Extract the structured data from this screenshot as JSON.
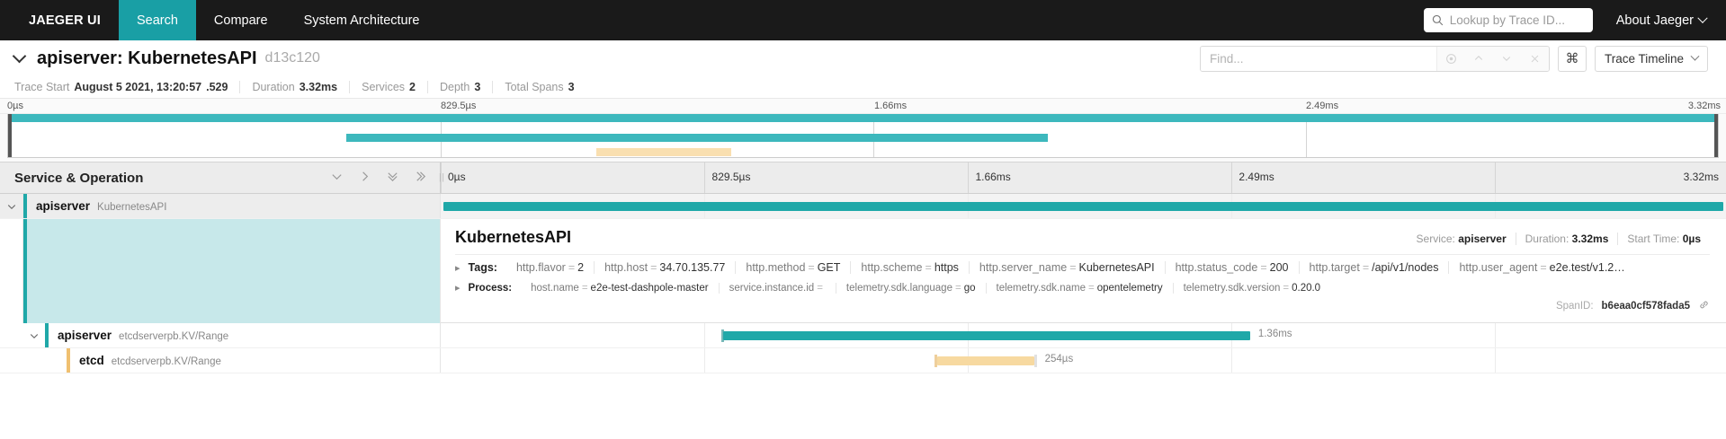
{
  "nav": {
    "brand": "JAEGER UI",
    "items": [
      {
        "label": "Search",
        "active": true
      },
      {
        "label": "Compare",
        "active": false
      },
      {
        "label": "System Architecture",
        "active": false
      }
    ],
    "lookup_placeholder": "Lookup by Trace ID...",
    "about_label": "About Jaeger"
  },
  "trace_header": {
    "title": "apiserver: KubernetesAPI",
    "trace_id": "d13c120",
    "find_placeholder": "Find...",
    "shortcut_glyph": "⌘",
    "view_mode": "Trace Timeline"
  },
  "meta": {
    "trace_start_label": "Trace Start",
    "trace_start_value": "August 5 2021, 13:20:57",
    "trace_start_frac": ".529",
    "duration_label": "Duration",
    "duration_value": "3.32ms",
    "services_label": "Services",
    "services_value": "2",
    "depth_label": "Depth",
    "depth_value": "3",
    "total_spans_label": "Total Spans",
    "total_spans_value": "3"
  },
  "minimap": {
    "ticks": [
      "0µs",
      "829.5µs",
      "1.66ms",
      "2.49ms",
      "3.32ms"
    ]
  },
  "timeline_header": {
    "left_title": "Service & Operation",
    "ticks": [
      "0µs",
      "829.5µs",
      "1.66ms",
      "2.49ms",
      "3.32ms"
    ]
  },
  "spans": [
    {
      "service": "apiserver",
      "operation": "KubernetesAPI",
      "color": "#1fa8a8",
      "start_pct": 0,
      "width_pct": 100,
      "duration_label": "",
      "indent": 0,
      "expanded": true
    },
    {
      "service": "apiserver",
      "operation": "etcdserverpb.KV/Range",
      "color": "#1fa8a8",
      "start_pct": 22.0,
      "width_pct": 41.0,
      "duration_label": "1.36ms",
      "indent": 1,
      "expanded": true
    },
    {
      "service": "etcd",
      "operation": "etcdserverpb.KV/Range",
      "color": "#f7d9a0",
      "start_pct": 38.6,
      "width_pct": 7.6,
      "duration_label": "254µs",
      "indent": 2,
      "expanded": false
    }
  ],
  "detail": {
    "title": "KubernetesAPI",
    "service_label": "Service:",
    "service_value": "apiserver",
    "duration_label": "Duration:",
    "duration_value": "3.32ms",
    "start_time_label": "Start Time:",
    "start_time_value": "0µs",
    "tags_label": "Tags:",
    "tags": [
      {
        "k": "http.flavor",
        "v": "2"
      },
      {
        "k": "http.host",
        "v": "34.70.135.77"
      },
      {
        "k": "http.method",
        "v": "GET"
      },
      {
        "k": "http.scheme",
        "v": "https"
      },
      {
        "k": "http.server_name",
        "v": "KubernetesAPI"
      },
      {
        "k": "http.status_code",
        "v": "200"
      },
      {
        "k": "http.target",
        "v": "/api/v1/nodes"
      },
      {
        "k": "http.user_agent",
        "v": "e2e.test/v1.2…"
      }
    ],
    "process_label": "Process:",
    "process": [
      {
        "k": "host.name",
        "v": "e2e-test-dashpole-master"
      },
      {
        "k": "service.instance.id",
        "v": ""
      },
      {
        "k": "telemetry.sdk.language",
        "v": "go"
      },
      {
        "k": "telemetry.sdk.name",
        "v": "opentelemetry"
      },
      {
        "k": "telemetry.sdk.version",
        "v": "0.20.0"
      }
    ],
    "spanid_label": "SpanID:",
    "spanid_value": "b6eaa0cf578fada5"
  },
  "colors": {
    "accent": "#199fa5",
    "teal_bar": "#1fa8a8",
    "amber_bar": "#f7d9a0",
    "detail_left_bg": "#c7e8ea"
  }
}
